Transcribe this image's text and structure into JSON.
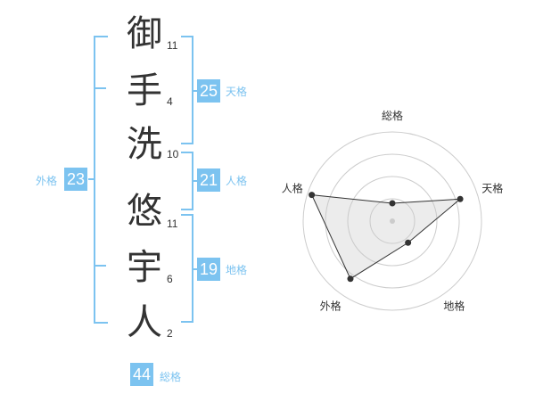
{
  "name": {
    "characters": [
      {
        "char": "御",
        "strokes": "11"
      },
      {
        "char": "手",
        "strokes": "4"
      },
      {
        "char": "洗",
        "strokes": "10"
      },
      {
        "char": "悠",
        "strokes": "11"
      },
      {
        "char": "宇",
        "strokes": "6"
      },
      {
        "char": "人",
        "strokes": "2"
      }
    ]
  },
  "fortunes": {
    "tenkaku": {
      "value": "25",
      "label": "天格"
    },
    "jinkaku": {
      "value": "21",
      "label": "人格"
    },
    "chikaku": {
      "value": "19",
      "label": "地格"
    },
    "gaikaku": {
      "value": "23",
      "label": "外格"
    },
    "soukaku": {
      "value": "44",
      "label": "総格"
    }
  },
  "colors": {
    "accent": "#7cc3f0",
    "text": "#333333",
    "grid": "#cccccc",
    "fill": "#eeeeee"
  },
  "chart_data": {
    "type": "radar",
    "axes": [
      "総格",
      "天格",
      "地格",
      "外格",
      "人格"
    ],
    "values": [
      0.2,
      0.8,
      0.3,
      0.8,
      0.95
    ],
    "rings": 4,
    "max": 1
  }
}
